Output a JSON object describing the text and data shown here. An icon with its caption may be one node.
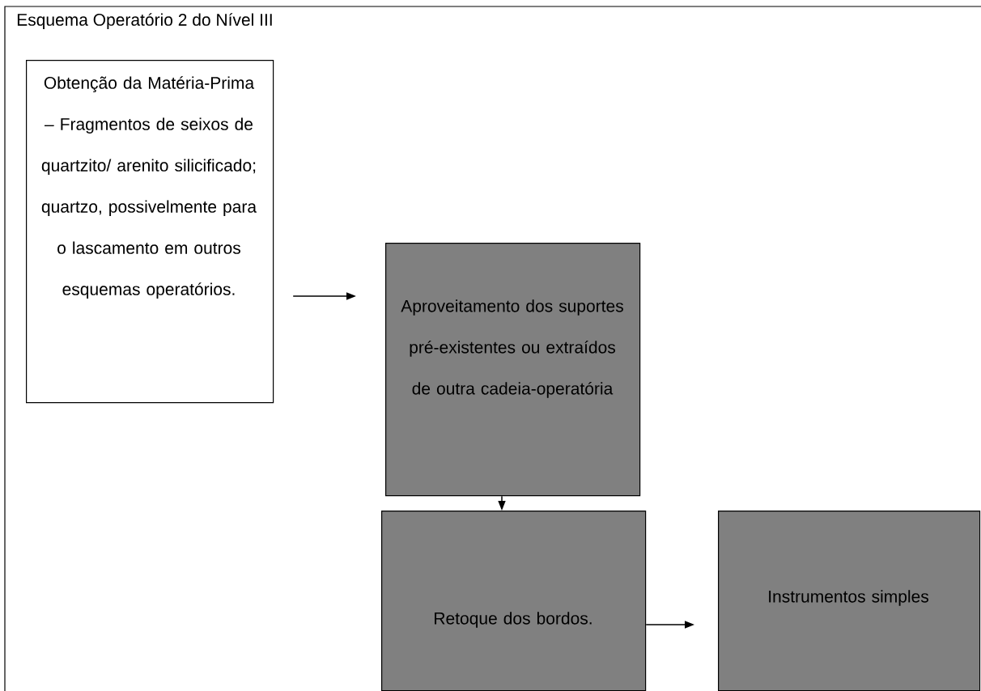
{
  "diagram": {
    "title": "Esquema Operatório 2 do Nível III",
    "nodes": [
      {
        "text": [
          "Obtenção da Matéria-Prima – Fragmentos de seixos de quartzito/ arenito silicificado; quartzo, possivelmente para o lascamento em outros esquemas operatórios."
        ]
      },
      {
        "text": [
          "Aproveitamento dos suportes pré-existentes ou extraídos de outra cadeia-operatória"
        ]
      },
      {
        "text": [
          "Retoque dos bordos."
        ]
      },
      {
        "text": [
          "Instrumentos simples"
        ]
      }
    ],
    "edges": [
      {
        "from": 0,
        "to": 1,
        "arrow": "to"
      },
      {
        "from": 1,
        "to": 2,
        "arrow": "to"
      },
      {
        "from": 2,
        "to": 3,
        "arrow": "to"
      }
    ]
  }
}
